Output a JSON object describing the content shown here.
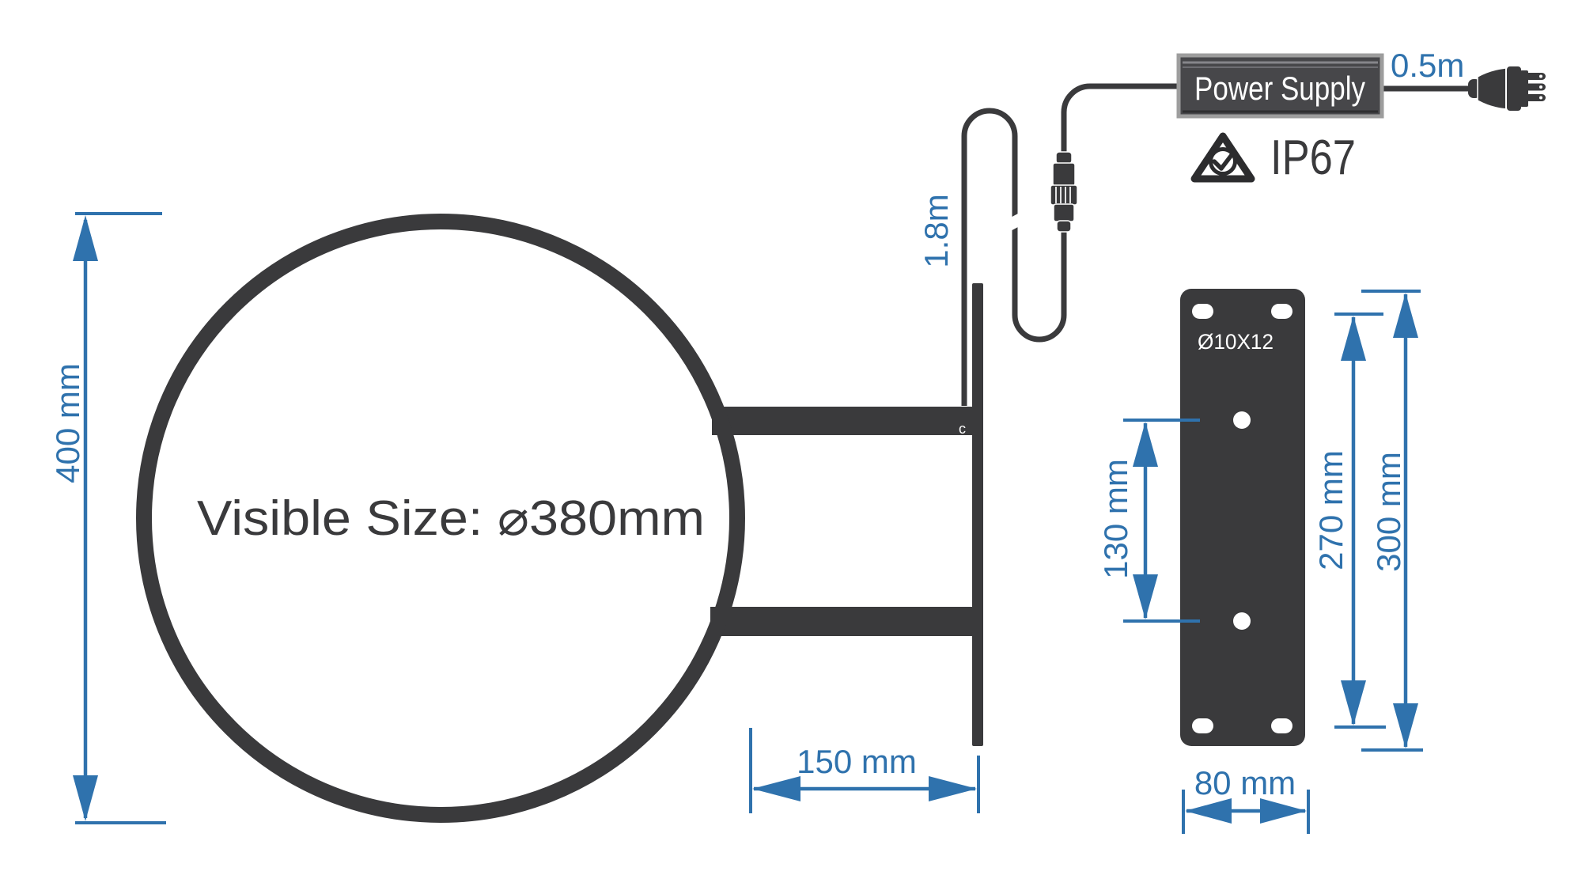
{
  "colors": {
    "ink": "#3a3a3c",
    "dimension_blue": "#2f72ad",
    "psu_fill": "#47474a",
    "psu_border": "#9d9d9d",
    "hole_white": "#ffffff"
  },
  "sign": {
    "visible_size_label": "Visible Size: ⌀380mm",
    "overall_height_dim": "400 mm",
    "bracket_depth_dim": "150 mm",
    "clip_mark": "c"
  },
  "cable": {
    "sign_cable_length_dim": "1.8m"
  },
  "power_supply": {
    "label": "Power Supply",
    "cord_length_dim": "0.5m",
    "ip_rating": "IP67"
  },
  "mounting_plate": {
    "hole_spec": "Ø10X12",
    "center_hole_spacing_dim": "130 mm",
    "bolt_hole_spacing_dim": "270 mm",
    "height_dim": "300 mm",
    "width_dim": "80 mm"
  }
}
